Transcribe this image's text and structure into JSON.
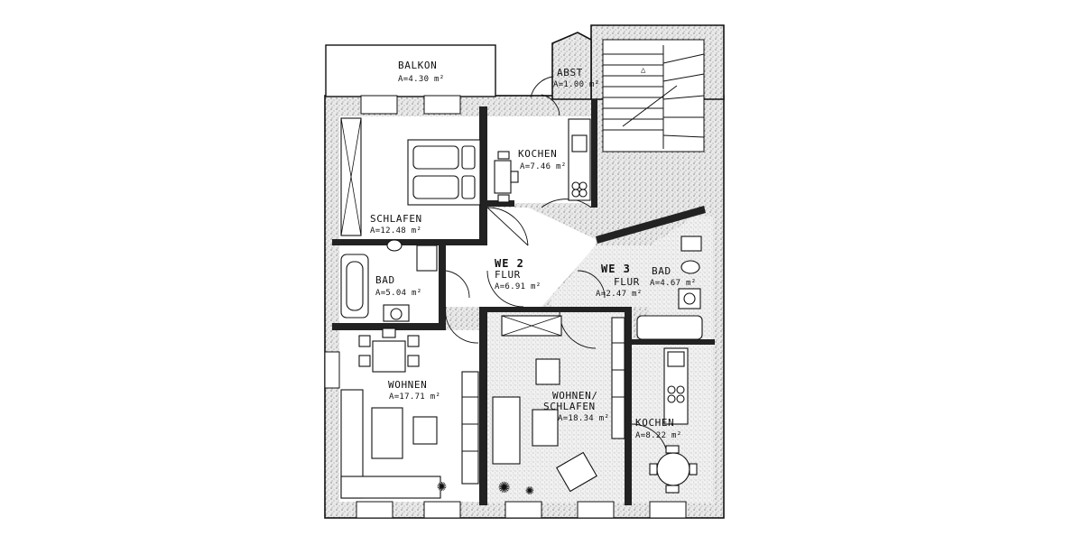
{
  "plan": {
    "units": [
      {
        "label": "WE 2",
        "key": "we2"
      },
      {
        "label": "WE 3",
        "key": "we3"
      }
    ],
    "rooms": {
      "balkon": {
        "name": "BALKON",
        "area": "A=4.30 m²"
      },
      "abst": {
        "name": "ABST",
        "area": "A=1.00 m²"
      },
      "kochen2": {
        "name": "KOCHEN",
        "area": "A=7.46 m²"
      },
      "schlafen": {
        "name": "SCHLAFEN",
        "area": "A=12.48 m²"
      },
      "bad2": {
        "name": "BAD",
        "area": "A=5.04 m²"
      },
      "flur2": {
        "name": "FLUR",
        "area": "A=6.91 m²"
      },
      "flur3": {
        "name": "FLUR",
        "area": "A=2.47 m²"
      },
      "bad3": {
        "name": "BAD",
        "area": "A=4.67 m²"
      },
      "wohnen": {
        "name": "WOHNEN",
        "area": "A=17.71 m²"
      },
      "wohnschl": {
        "name_line1": "WOHNEN/",
        "name_line2": "SCHLAFEN",
        "area": "A=18.34 m²"
      },
      "kochen3": {
        "name": "KOCHEN",
        "area": "A=8.22 m²"
      }
    }
  }
}
